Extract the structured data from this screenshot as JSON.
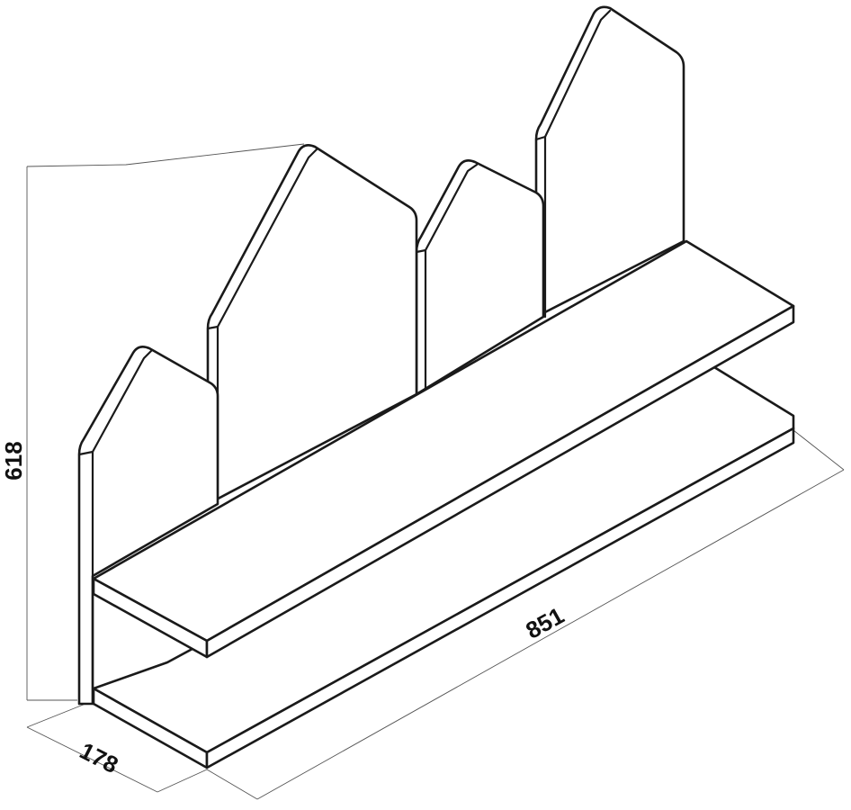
{
  "dimensions": {
    "height": "618",
    "width": "851",
    "depth": "178"
  },
  "colors": {
    "line": "#1a1a1a",
    "dimension_line": "#555555",
    "label": "#111111",
    "background": "#ffffff"
  }
}
